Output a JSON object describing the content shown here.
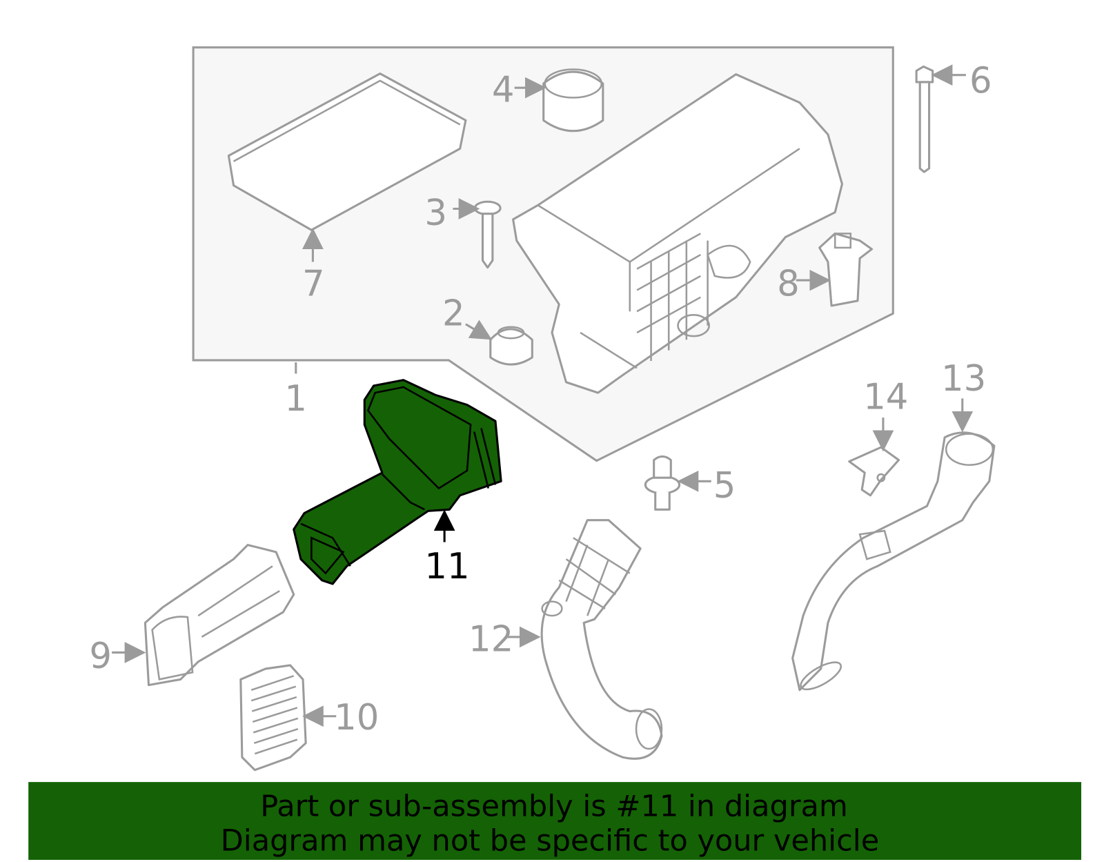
{
  "diagram": {
    "highlight_color": "#146205",
    "callouts": {
      "p1": "1",
      "p2": "2",
      "p3": "3",
      "p4": "4",
      "p5": "5",
      "p6": "6",
      "p7": "7",
      "p8": "8",
      "p9": "9",
      "p10": "10",
      "p11": "11",
      "p12": "12",
      "p13": "13",
      "p14": "14"
    }
  },
  "banner": {
    "line1": "Part or sub-assembly is #11 in diagram",
    "line2": "Diagram may not be specific to your vehicle",
    "color": "#146205"
  }
}
